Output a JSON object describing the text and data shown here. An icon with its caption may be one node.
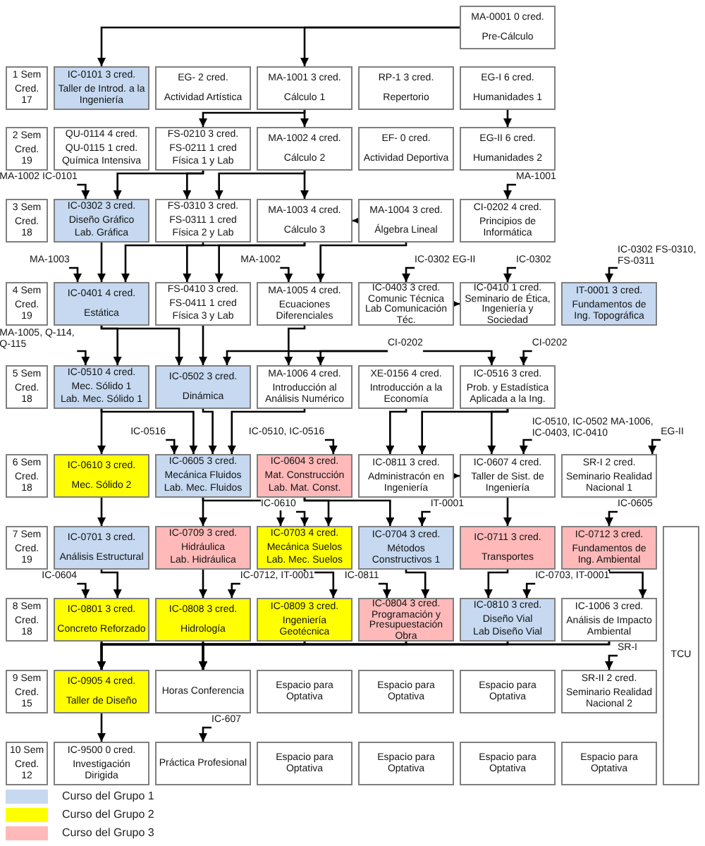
{
  "diagram": {
    "nodes": [
      {
        "text": [
          "MA-0001 0 cred.",
          "Pre-Cálculo"
        ]
      },
      {
        "text": [
          "1 Sem",
          "Cred. 17"
        ]
      },
      {
        "text": [
          "IC-0101 3 cred.",
          "Taller de Introd. a la Ingeniería"
        ]
      },
      {
        "text": [
          "EG- 2 cred.",
          "Actividad Artística"
        ]
      },
      {
        "text": [
          "MA-1001 3 cred.",
          "Cálculo 1"
        ]
      },
      {
        "text": [
          "RP-1 3 cred.",
          "Repertorio"
        ]
      },
      {
        "text": [
          "EG-I 6 cred.",
          "Humanidades 1"
        ]
      },
      {
        "text": [
          "2 Sem",
          "Cred. 19"
        ]
      },
      {
        "text": [
          "QU-0114 4 cred.",
          "QU-0115 1 cred.",
          "Química Intensiva"
        ]
      },
      {
        "text": [
          "FS-0210 3 cred.",
          "FS-0211 1 cred",
          "Física 1 y Lab"
        ]
      },
      {
        "text": [
          "MA-1002 4 cred.",
          "Cálculo 2"
        ]
      },
      {
        "text": [
          "EF- 0 cred.",
          "Actividad Deportiva"
        ]
      },
      {
        "text": [
          "EG-II 6 cred.",
          "Humanidades 2"
        ]
      },
      {
        "text": [
          "3 Sem",
          "Cred. 18"
        ]
      },
      {
        "text": [
          "IC-0302 3 cred.",
          "Diseño Gráfico",
          "Lab. Gráfica"
        ]
      },
      {
        "text": [
          "FS-0310 3 cred.",
          "FS-0311 1 cred",
          "Física 2 y Lab"
        ]
      },
      {
        "text": [
          "MA-1003 4 cred.",
          "Cálculo 3"
        ]
      },
      {
        "text": [
          "MA-1004 3 cred.",
          "Álgebra Lineal"
        ]
      },
      {
        "text": [
          "CI-0202 4 cred.",
          "Principios de Informática"
        ]
      },
      {
        "text": [
          "4 Sem",
          "Cred. 19"
        ]
      },
      {
        "text": [
          "IC-0401 4 cred.",
          "Estática"
        ]
      },
      {
        "text": [
          "FS-0410 3 cred.",
          "FS-0411 1 cred",
          "Física 3 y Lab"
        ]
      },
      {
        "text": [
          "MA-1005 4 cred.",
          "Ecuaciones Diferenciales"
        ]
      },
      {
        "text": [
          "IC-0403 3 cred.",
          "Comunic Técnica",
          "Lab Comunicación Téc."
        ]
      },
      {
        "text": [
          "IC-0410 1 cred.",
          "Seminario de Ética, Ingeniería y Sociedad"
        ]
      },
      {
        "text": [
          "IT-0001 3 cred.",
          "Fundamentos de Ing. Topográfica"
        ]
      },
      {
        "text": [
          "5 Sem",
          "Cred. 18"
        ]
      },
      {
        "text": [
          "IC-0510 4 cred.",
          "Mec. Sólido 1",
          "Lab. Mec. Sólido 1"
        ]
      },
      {
        "text": [
          "IC-0502 3 cred.",
          "Dinámica"
        ]
      },
      {
        "text": [
          "MA-1006 4 cred.",
          "Introducción al Análisis Numérico"
        ]
      },
      {
        "text": [
          "XE-0156 4 cred.",
          "Introducción a la Economía"
        ]
      },
      {
        "text": [
          "IC-0516 3 cred.",
          "Prob. y Estadística Aplicada a la Ing."
        ]
      },
      {
        "text": [
          "6 Sem",
          "Cred. 18"
        ]
      },
      {
        "text": [
          "IC-0610 3 cred.",
          "Mec. Sólido 2"
        ]
      },
      {
        "text": [
          "IC-0605 3 cred.",
          "Mecánica Fluidos",
          "Lab. Mec. Fluidos"
        ]
      },
      {
        "text": [
          "IC-0604 3 cred.",
          "Mat. Construcción",
          "Lab. Mat. Const."
        ]
      },
      {
        "text": [
          "IC-0811 3 cred.",
          "Administracón en Ingeniería"
        ]
      },
      {
        "text": [
          "IC-0607 4 cred.",
          "Taller de Sist. de Ingeniería"
        ]
      },
      {
        "text": [
          "SR-I 2 cred.",
          "Seminario Realidad Nacional 1"
        ]
      },
      {
        "text": [
          "7 Sem",
          "Cred. 19"
        ]
      },
      {
        "text": [
          "IC-0701 3 cred.",
          "Análisis Estructural"
        ]
      },
      {
        "text": [
          "IC-0709 3 cred.",
          "Hidráulica",
          "Lab. Hidráulica"
        ]
      },
      {
        "text": [
          "IC-0703 4 cred.",
          "Mecánica Suelos",
          "Lab. Mec. Suelos"
        ]
      },
      {
        "text": [
          "IC-0704 3 cred.",
          "Métodos Constructivos 1"
        ]
      },
      {
        "text": [
          "IC-0711 3 cred.",
          "Transportes"
        ]
      },
      {
        "text": [
          "IC-0712 3 cred.",
          "Fundamentos de Ing. Ambiental"
        ]
      },
      {
        "text": [
          "TCU"
        ]
      },
      {
        "text": [
          "8 Sem",
          "Cred. 18"
        ]
      },
      {
        "text": [
          "IC-0801 3 cred.",
          "Concreto Reforzado"
        ]
      },
      {
        "text": [
          "IC-0808 3 cred.",
          "Hidrología"
        ]
      },
      {
        "text": [
          "IC-0809 3 cred.",
          "Ingeniería Geotécnica"
        ]
      },
      {
        "text": [
          "IC-0804 3 cred.",
          "Programación y Presupuestación Obra"
        ]
      },
      {
        "text": [
          "IC-0810 3 cred.",
          "Diseño Vial",
          "Lab Diseño Vial"
        ]
      },
      {
        "text": [
          "IC-1006 3 cred.",
          "Análisis de Impacto Ambiental"
        ]
      },
      {
        "text": [
          "9 Sem",
          "Cred. 15"
        ]
      },
      {
        "text": [
          "IC-0905 4 cred.",
          "Taller de Diseño"
        ]
      },
      {
        "text": [
          "Horas Conferencia"
        ]
      },
      {
        "text": [
          "Espacio para Optativa"
        ]
      },
      {
        "text": [
          "Espacio para Optativa"
        ]
      },
      {
        "text": [
          "Espacio para Optativa"
        ]
      },
      {
        "text": [
          "SR-II 2 cred.",
          "Seminario Realidad Nacional 2"
        ]
      },
      {
        "text": [
          "10 Sem",
          "Cred. 12"
        ]
      },
      {
        "text": [
          "IC-9500 0 cred.",
          "Investigación Dirigida"
        ]
      },
      {
        "text": [
          "Práctica Profesional"
        ]
      },
      {
        "text": [
          "Espacio para Optativa"
        ]
      },
      {
        "text": [
          "Espacio para Optativa"
        ]
      },
      {
        "text": [
          "Espacio para Optativa"
        ]
      },
      {
        "text": [
          "Espacio para Optativa"
        ]
      },
      {
        "text": [
          "MA-1002 IC-0101"
        ]
      },
      {
        "text": [
          "MA-1001"
        ]
      },
      {
        "text": [
          "MA-1003"
        ]
      },
      {
        "text": [
          "MA-1002"
        ]
      },
      {
        "text": [
          "IC-0302 EG-II"
        ]
      },
      {
        "text": [
          "IC-0302"
        ]
      },
      {
        "text": [
          "IC-0302 FS-0310, FS-0311"
        ]
      },
      {
        "text": [
          "MA-1005, Q-114, Q-115"
        ]
      },
      {
        "text": [
          "CI-0202"
        ]
      },
      {
        "text": [
          "CI-0202"
        ]
      },
      {
        "text": [
          "IC-0516"
        ]
      },
      {
        "text": [
          "IC-0510, IC-0516"
        ]
      },
      {
        "text": [
          "IC-0510, IC-0502 MA-1006, IC-0403, IC-0410"
        ]
      },
      {
        "text": [
          "EG-II"
        ]
      },
      {
        "text": [
          "IC-0610"
        ]
      },
      {
        "text": [
          "IT-0001"
        ]
      },
      {
        "text": [
          "IC-0605"
        ]
      },
      {
        "text": [
          "IC-0604"
        ]
      },
      {
        "text": [
          "IC-0712, IT-0001"
        ]
      },
      {
        "text": [
          "IC-0811"
        ]
      },
      {
        "text": [
          "IC-0703, IT-0001"
        ]
      },
      {
        "text": [
          "SR-I"
        ]
      },
      {
        "text": [
          "IC-607"
        ]
      }
    ],
    "edges": [
      {
        "from": 0,
        "to": 2,
        "arrow": "to"
      },
      {
        "from": 0,
        "to": 4,
        "arrow": "to"
      },
      {
        "from": 6,
        "to": 12,
        "arrow": "to"
      },
      {
        "from": 4,
        "to": 9,
        "arrow": "to"
      },
      {
        "from": 4,
        "to": 10,
        "arrow": "to"
      },
      {
        "from": 68,
        "to": 14,
        "arrow": "to"
      },
      {
        "from": 9,
        "to": 14,
        "arrow": "to"
      },
      {
        "from": 9,
        "to": 15,
        "arrow": "to"
      },
      {
        "from": 10,
        "to": 15,
        "arrow": "to"
      },
      {
        "from": 10,
        "to": 16,
        "arrow": "to"
      },
      {
        "from": 17,
        "to": 16,
        "arrow": "to"
      },
      {
        "from": 69,
        "to": 18,
        "arrow": "to"
      },
      {
        "from": 70,
        "to": 20,
        "arrow": "to"
      },
      {
        "from": 14,
        "to": 20,
        "arrow": "to"
      },
      {
        "from": 16,
        "to": 20,
        "arrow": "to"
      },
      {
        "from": 15,
        "to": 21,
        "arrow": "to"
      },
      {
        "from": 16,
        "to": 21,
        "arrow": "to"
      },
      {
        "from": 71,
        "to": 22,
        "arrow": "to"
      },
      {
        "from": 17,
        "to": 22,
        "arrow": "to"
      },
      {
        "from": 72,
        "to": 23,
        "arrow": "to"
      },
      {
        "from": 73,
        "to": 24,
        "arrow": "to"
      },
      {
        "from": 23,
        "to": 24,
        "arrow": "to"
      },
      {
        "from": 74,
        "to": 25,
        "arrow": "to"
      },
      {
        "from": 75,
        "to": 27,
        "arrow": "to"
      },
      {
        "from": 20,
        "to": 27,
        "arrow": "to"
      },
      {
        "from": 20,
        "to": 28,
        "arrow": "to"
      },
      {
        "from": 21,
        "to": 28,
        "arrow": "to"
      },
      {
        "from": 76,
        "to": 28,
        "arrow": "to"
      },
      {
        "from": 22,
        "to": 29,
        "arrow": "to"
      },
      {
        "from": 76,
        "to": 29,
        "arrow": "to"
      },
      {
        "from": 76,
        "to": 31,
        "arrow": "to"
      },
      {
        "from": 77,
        "to": 31,
        "arrow": "to"
      },
      {
        "from": 27,
        "to": 33,
        "arrow": "to"
      },
      {
        "from": 27,
        "to": 34,
        "arrow": "to"
      },
      {
        "from": 78,
        "to": 34,
        "arrow": "to"
      },
      {
        "from": 28,
        "to": 34,
        "arrow": "to"
      },
      {
        "from": 29,
        "to": 34,
        "arrow": "to"
      },
      {
        "from": 79,
        "to": 35,
        "arrow": "to"
      },
      {
        "from": 30,
        "to": 36,
        "arrow": "to"
      },
      {
        "from": 31,
        "to": 36,
        "arrow": "to"
      },
      {
        "from": 31,
        "to": 37,
        "arrow": "to"
      },
      {
        "from": 80,
        "to": 37,
        "arrow": "to"
      },
      {
        "from": 36,
        "to": 37,
        "arrow": "to"
      },
      {
        "from": 81,
        "to": 38,
        "arrow": "to"
      },
      {
        "from": 33,
        "to": 40,
        "arrow": "to"
      },
      {
        "from": 34,
        "to": 41,
        "arrow": "to"
      },
      {
        "from": 34,
        "to": 42,
        "arrow": "to"
      },
      {
        "from": 82,
        "to": 42,
        "arrow": "to"
      },
      {
        "from": 35,
        "to": 42,
        "arrow": "to"
      },
      {
        "from": 35,
        "to": 43,
        "arrow": "to"
      },
      {
        "from": 83,
        "to": 43,
        "arrow": "to"
      },
      {
        "from": 37,
        "to": 44,
        "arrow": "to"
      },
      {
        "from": 84,
        "to": 45,
        "arrow": "to"
      },
      {
        "from": 85,
        "to": 48,
        "arrow": "to"
      },
      {
        "from": 40,
        "to": 48,
        "arrow": "to"
      },
      {
        "from": 86,
        "to": 49,
        "arrow": "to"
      },
      {
        "from": 41,
        "to": 49,
        "arrow": "to"
      },
      {
        "from": 42,
        "to": 50,
        "arrow": "to"
      },
      {
        "from": 87,
        "to": 51,
        "arrow": "to"
      },
      {
        "from": 43,
        "to": 51,
        "arrow": "to"
      },
      {
        "from": 88,
        "to": 52,
        "arrow": "to"
      },
      {
        "from": 44,
        "to": 52,
        "arrow": "to"
      },
      {
        "from": 45,
        "to": 53,
        "arrow": "to"
      },
      {
        "from": 48,
        "to": 55,
        "arrow": "to"
      },
      {
        "from": 48,
        "to": 56,
        "arrow": "to"
      },
      {
        "from": 49,
        "to": 55,
        "arrow": "to"
      },
      {
        "from": 49,
        "to": 56,
        "arrow": "to"
      },
      {
        "from": 50,
        "to": 55,
        "arrow": "to"
      },
      {
        "from": 50,
        "to": 56,
        "arrow": "to"
      },
      {
        "from": 51,
        "to": 55,
        "arrow": "to"
      },
      {
        "from": 51,
        "to": 56,
        "arrow": "to"
      },
      {
        "from": 52,
        "to": 55,
        "arrow": "to"
      },
      {
        "from": 52,
        "to": 56,
        "arrow": "to"
      },
      {
        "from": 53,
        "to": 55,
        "arrow": "to"
      },
      {
        "from": 53,
        "to": 56,
        "arrow": "to"
      },
      {
        "from": 89,
        "to": 60,
        "arrow": "to"
      },
      {
        "from": 55,
        "to": 62,
        "arrow": "to"
      },
      {
        "from": 90,
        "to": 63,
        "arrow": "to"
      }
    ],
    "legend": [
      {
        "text": "Curso del Grupo 1",
        "color": "#c6d9f1"
      },
      {
        "text": "Curso del Grupo 2",
        "color": "#ffff00"
      },
      {
        "text": "Curso del Grupo 3",
        "color": "#ffb9b9"
      }
    ]
  }
}
